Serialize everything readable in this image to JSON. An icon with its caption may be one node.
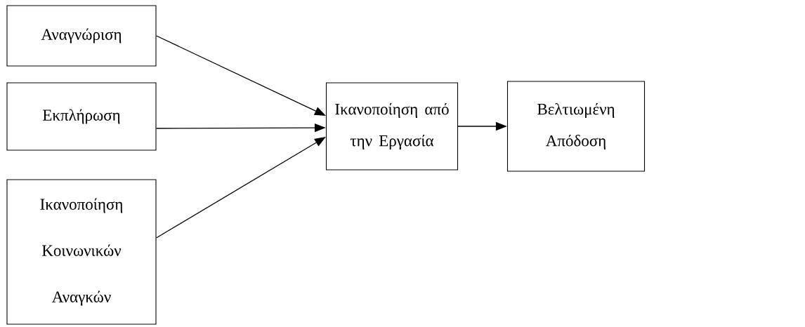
{
  "diagram": {
    "nodes": [
      {
        "text": [
          "Αναγνώριση"
        ]
      },
      {
        "text": [
          "Εκπλήρωση"
        ]
      },
      {
        "text": [
          "Ικανοποίηση Κοινωνικών Αναγκών"
        ]
      },
      {
        "text": [
          "Ικανοποίηση από την Εργασία"
        ]
      },
      {
        "text": [
          "Βελτιωμένη Απόδοση"
        ]
      }
    ],
    "edges": [
      {
        "from": 0,
        "to": 3,
        "arrow": "to"
      },
      {
        "from": 1,
        "to": 3,
        "arrow": "to"
      },
      {
        "from": 2,
        "to": 3,
        "arrow": "to"
      },
      {
        "from": 3,
        "to": 4,
        "arrow": "to"
      }
    ]
  }
}
